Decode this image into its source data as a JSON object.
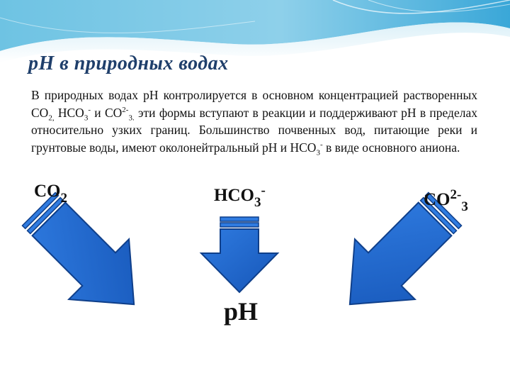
{
  "slide": {
    "title": "рН  в природных водах",
    "paragraph": {
      "p1": "В природных водах рН контролируется в основном концентрацией растворенных СО",
      "p1_sub": "2,",
      "p2": " НСО",
      "p2_sub": "3",
      "p2_sup": "-",
      "p3": " и СО",
      "p3_sup": "2-",
      "p3_sub": "3.",
      "p4": " эти формы вступают в реакции и поддерживают рН в пределах относительно узких границ. Большинство почвенных вод, питающие реки и грунтовые воды, имеют околонейтральный рН и НСО",
      "p4_sub": "3",
      "p4_sup": "-",
      "p5": " в виде основного аниона."
    },
    "labels": {
      "co2_main": "CO",
      "co2_sub": "2",
      "hco3_main": "HCO",
      "hco3_sub": "3",
      "hco3_sup": "-",
      "co3_main": "CO",
      "co3_sup": "2-",
      "co3_sub": "3",
      "ph": "pH"
    }
  },
  "colors": {
    "arrow_fill": "#1f66c9",
    "arrow_stroke": "#0f3f8a",
    "wave_light": "#cfe6f2",
    "wave_mid": "#6fc0e0",
    "wave_dark": "#2a9bd0",
    "title": "#1f3f6b"
  }
}
